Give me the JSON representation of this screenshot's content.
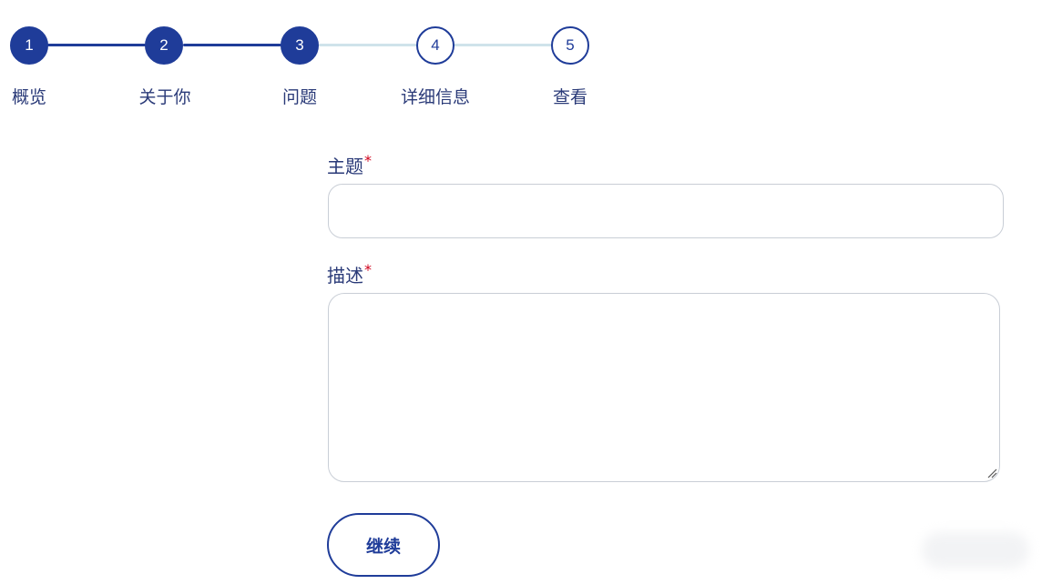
{
  "stepper": {
    "steps": [
      {
        "number": "1",
        "label": "概览",
        "state": "done"
      },
      {
        "number": "2",
        "label": "关于你",
        "state": "done"
      },
      {
        "number": "3",
        "label": "问题",
        "state": "current"
      },
      {
        "number": "4",
        "label": "详细信息",
        "state": "todo"
      },
      {
        "number": "5",
        "label": "查看",
        "state": "todo"
      }
    ]
  },
  "form": {
    "subject": {
      "label": "主题",
      "required_mark": "*",
      "value": "",
      "placeholder": ""
    },
    "description": {
      "label": "描述",
      "required_mark": "*",
      "value": "",
      "placeholder": ""
    },
    "continue_label": "继续"
  },
  "colors": {
    "primary": "#1f3c99",
    "line_todo": "#cfe3ea",
    "required": "#d0021b",
    "border": "#c9ced6"
  },
  "icons": {
    "resize": "resize-handle-icon"
  }
}
